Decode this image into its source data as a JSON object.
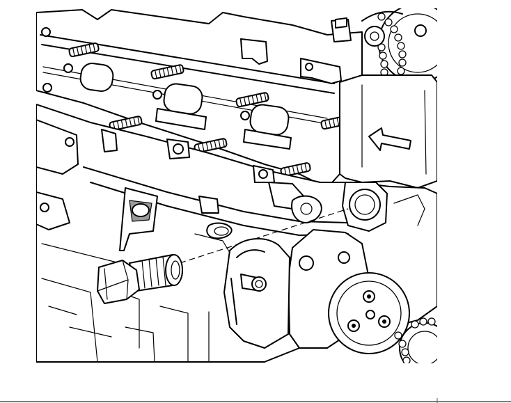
{
  "figure": {
    "type": "line-drawing",
    "subject": "engine-block-oil-pressure-sensor-installation",
    "arrow_direction": "front",
    "colors": {
      "line": "#000000",
      "background": "#ffffff",
      "shade": "#9a9a9a",
      "footer_rule": "#555555"
    }
  }
}
